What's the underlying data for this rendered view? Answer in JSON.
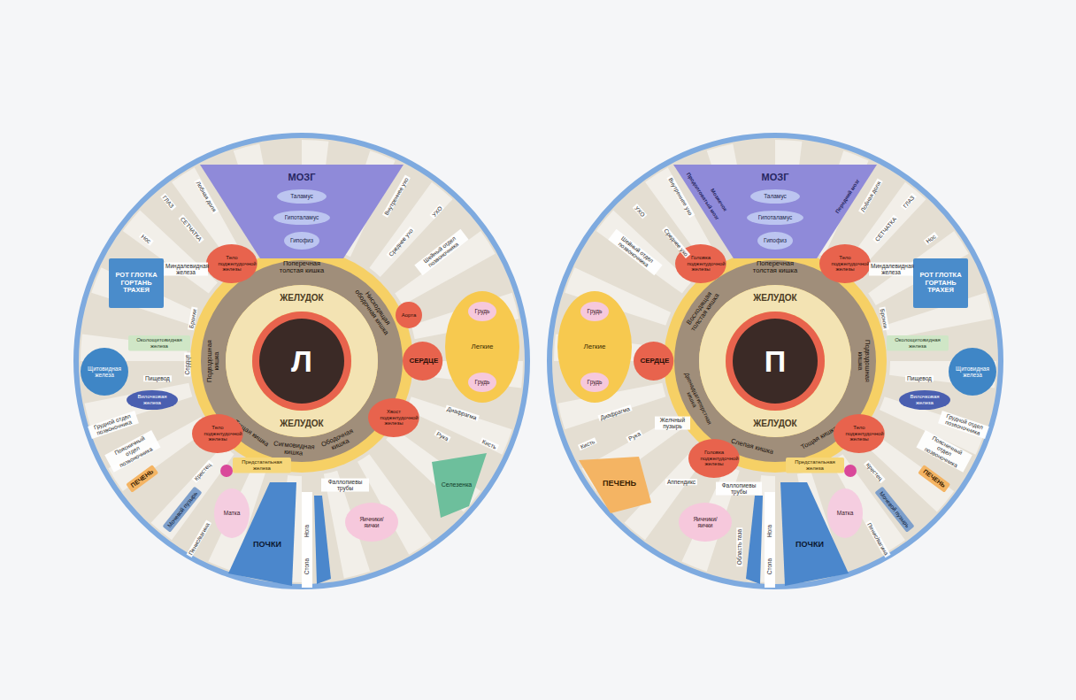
{
  "diagram": {
    "nodes": [
      {
        "text": [
          "МОЗГ"
        ]
      },
      {
        "text": [
          "Таламус"
        ],
        "in": 0
      },
      {
        "text": [
          "Гипоталамус"
        ],
        "in": 0
      },
      {
        "text": [
          "Гипофиз"
        ],
        "in": 0
      },
      {
        "text": [
          "Поперечная толстая кишка",
          "Нисходящая ободочная кишка",
          "Подвздошная кишка",
          "Тощая кишка",
          "Сигмовидная кишка",
          "Ободочная кишка"
        ]
      },
      {
        "text": [
          "ЖЕЛУДОК",
          "ЖЕЛУДОК"
        ],
        "in": 4
      },
      {
        "text": [
          "Л"
        ],
        "in": 5
      },
      {
        "text": [
          "Тело поджелудочной железы"
        ]
      },
      {
        "text": [
          "Аорта"
        ]
      },
      {
        "text": [
          "СЕРДЦЕ"
        ]
      },
      {
        "text": [
          "Легкие"
        ]
      },
      {
        "text": [
          "Грудь"
        ],
        "in": 10
      },
      {
        "text": [
          "Грудь"
        ],
        "in": 10
      },
      {
        "text": [
          "Хвост поджелудочной железы"
        ]
      },
      {
        "text": [
          "Тело поджелудочной железы"
        ]
      },
      {
        "text": [
          "РОТ ГЛОТКА ГОРТАНЬ ТРАХЕЯ"
        ]
      },
      {
        "text": [
          "Околощитовидная железа"
        ]
      },
      {
        "text": [
          "Щитовидная железа"
        ]
      },
      {
        "text": [
          "Вилочковая железа"
        ]
      },
      {
        "text": [
          "Селезенка"
        ]
      },
      {
        "text": [
          "Яичники/яички"
        ]
      },
      {
        "text": [
          "ПОЧКИ"
        ]
      },
      {
        "text": [
          "Матка"
        ]
      },
      {
        "text": [
          "Предстательная железа"
        ]
      },
      {
        "text": [
          "Мочевой пузырь"
        ]
      },
      {
        "text": [
          "ПЕЧЕНЬ"
        ]
      },
      {
        "text": [
          "МОЗГ",
          "Продолговатый мозг",
          "Мозжечок",
          "Передний мозг"
        ]
      },
      {
        "text": [
          "Таламус"
        ],
        "in": 26
      },
      {
        "text": [
          "Гипоталамус"
        ],
        "in": 26
      },
      {
        "text": [
          "Гипофиз"
        ],
        "in": 26
      },
      {
        "text": [
          "Поперечная толстая кишка",
          "Восходящая толстая кишка",
          "Подвздошная кишка",
          "Двенадцатиперстная кишка",
          "Слепая кишка",
          "Тощая кишка"
        ]
      },
      {
        "text": [
          "ЖЕЛУДОК",
          "ЖЕЛУДОК"
        ],
        "in": 30
      },
      {
        "text": [
          "П"
        ],
        "in": 31
      },
      {
        "text": [
          "Головка поджелудочной железы"
        ]
      },
      {
        "text": [
          "Тело поджелудочной железы"
        ]
      },
      {
        "text": [
          "СЕРДЦЕ"
        ]
      },
      {
        "text": [
          "Легкие"
        ]
      },
      {
        "text": [
          "Грудь"
        ],
        "in": 36
      },
      {
        "text": [
          "Грудь"
        ],
        "in": 36
      },
      {
        "text": [
          "Головка поджелудочной железы"
        ]
      },
      {
        "text": [
          "Тело поджелудочной железы"
        ]
      },
      {
        "text": [
          "РОТ ГЛОТКА ГОРТАНЬ ТРАХЕЯ"
        ]
      },
      {
        "text": [
          "Околощитовидная железа"
        ]
      },
      {
        "text": [
          "Щитовидная железа"
        ]
      },
      {
        "text": [
          "Вилочковая железа"
        ]
      },
      {
        "text": [
          "ПЕЧЕНЬ"
        ]
      },
      {
        "text": [
          "Яичники/яички"
        ]
      },
      {
        "text": [
          "ПОЧКИ"
        ]
      },
      {
        "text": [
          "Матка"
        ]
      },
      {
        "text": [
          "Предстательная железа"
        ]
      },
      {
        "text": [
          "Мочевой пузырь"
        ]
      },
      {
        "text": [
          "ПЕЧЕНЬ"
        ]
      }
    ],
    "labels": [
      "Лобная доля",
      "ГЛАЗ",
      "СЕТЧАТКА",
      "Нос",
      "Миндалевидная железа",
      "Внутреннее ухо",
      "Среднее ухо",
      "УХО",
      "Шейный отдел позвоночника",
      "Бронхи",
      "Сердце",
      "Пищевод",
      "Грудной отдел позвоночника",
      "Поясничный отдел позвоночника",
      "Крестец",
      "Пенис/вагина",
      "Фаллопиевы трубы",
      "Нога",
      "Стопа",
      "Диафрагма",
      "Рука",
      "Кисть",
      "Лобная доля",
      "ГЛАЗ",
      "СЕТЧАТКА",
      "Нос",
      "Миндалевидная железа",
      "Внутреннее ухо",
      "Среднее ухо",
      "УХО",
      "Шейный отдел позвоночника",
      "Бронхи",
      "Пищевод",
      "Грудной отдел позвоночника",
      "Поясничный отдел позвоночника",
      "Крестец",
      "Пенис/вагина",
      "Фаллопиевы трубы",
      "Нога",
      "Стопа",
      "Диафрагма",
      "Рука",
      "Кисть",
      "Желчный пузырь",
      "Аппендикс",
      "Область таза"
    ]
  }
}
